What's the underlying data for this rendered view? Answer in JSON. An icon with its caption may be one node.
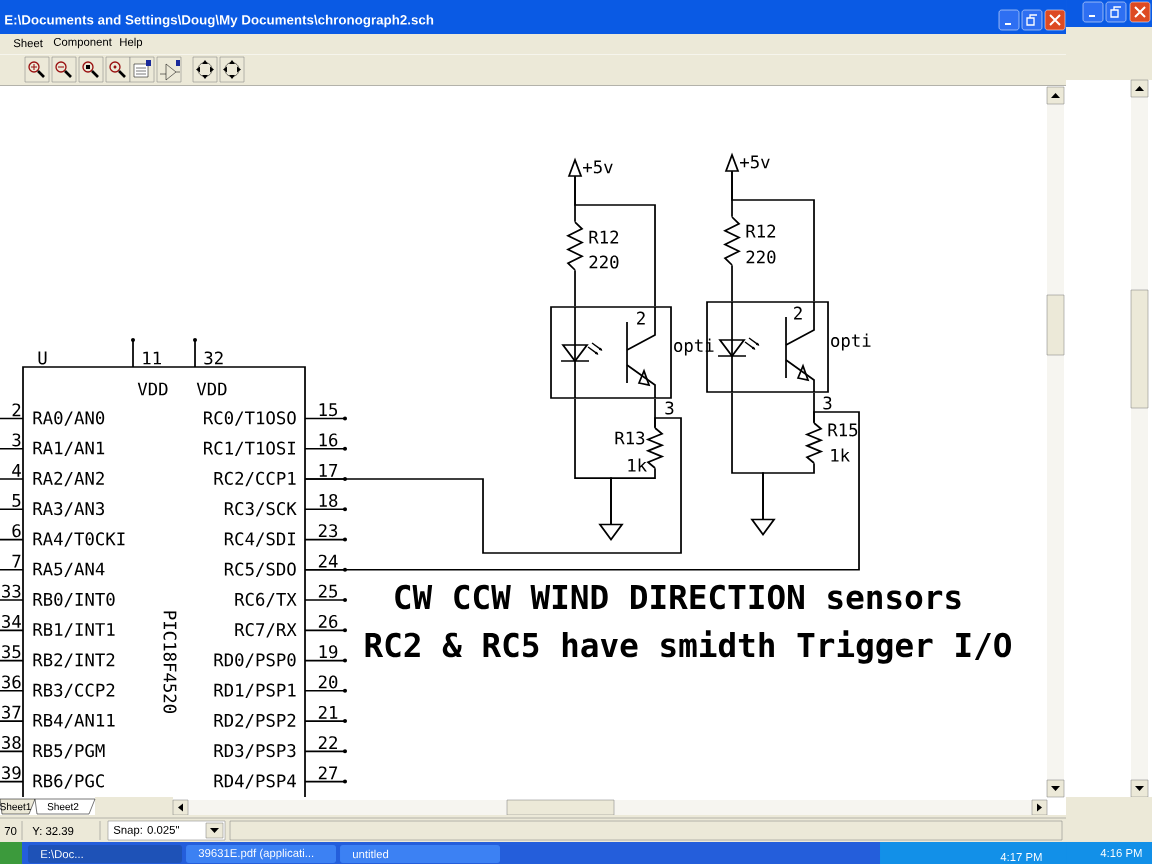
{
  "diagram": {
    "nodes": [
      {
        "text": [
          "U",
          "VDD",
          "VDD",
          "PIC18F4520"
        ]
      },
      {
        "text": [
          "+5v"
        ]
      },
      {
        "text": [],
        "shape": "resistor",
        "beside": [
          "R12",
          "220"
        ]
      },
      {
        "text": [
          "2"
        ],
        "beside": [
          "opti",
          "3"
        ]
      },
      {
        "text": [],
        "shape": "resistor",
        "beside": [
          "R13",
          "1k"
        ]
      },
      {
        "text": [],
        "shape": "ground"
      },
      {
        "text": [
          "+5v"
        ]
      },
      {
        "text": [],
        "shape": "resistor",
        "beside": [
          "R12",
          "220"
        ]
      },
      {
        "text": [
          "2"
        ],
        "beside": [
          "opti",
          "3"
        ]
      },
      {
        "text": [],
        "shape": "resistor",
        "beside": [
          "R15",
          "1k"
        ]
      },
      {
        "text": [],
        "shape": "ground"
      }
    ],
    "edges": [
      {
        "from": 1,
        "to": 2,
        "arrow": "none"
      },
      {
        "from": 1,
        "to": 3,
        "arrow": "none"
      },
      {
        "from": 2,
        "to": 3,
        "arrow": "none"
      },
      {
        "from": 3,
        "to": 4,
        "arrow": "none"
      },
      {
        "from": 3,
        "to": 5,
        "arrow": "none"
      },
      {
        "from": 4,
        "to": 5,
        "arrow": "none"
      },
      {
        "from": 0,
        "to": 4,
        "arrow": "none"
      },
      {
        "from": 6,
        "to": 7,
        "arrow": "none"
      },
      {
        "from": 6,
        "to": 8,
        "arrow": "none"
      },
      {
        "from": 7,
        "to": 8,
        "arrow": "none"
      },
      {
        "from": 8,
        "to": 9,
        "arrow": "none"
      },
      {
        "from": 8,
        "to": 10,
        "arrow": "none"
      },
      {
        "from": 9,
        "to": 10,
        "arrow": "none"
      },
      {
        "from": 0,
        "to": 9,
        "arrow": "none"
      }
    ],
    "labels": [
      "E:\\Documents and Settings\\Doug\\My Documents\\chronograph2.sch",
      "Sheet",
      "Component",
      "Help",
      "11",
      "32",
      "2",
      "RA0/AN0",
      "RC0/T1OSO",
      "15",
      "3",
      "RA1/AN1",
      "RC1/T1OSI",
      "16",
      "4",
      "RA2/AN2",
      "RC2/CCP1",
      "17",
      "5",
      "RA3/AN3",
      "RC3/SCK",
      "18",
      "6",
      "RA4/T0CKI",
      "RC4/SDI",
      "23",
      "7",
      "RA5/AN4",
      "RC5/SDO",
      "24",
      "33",
      "RB0/INT0",
      "RC6/TX",
      "25",
      "34",
      "RB1/INT1",
      "RC7/RX",
      "26",
      "35",
      "RB2/INT2",
      "RD0/PSP0",
      "19",
      "36",
      "RB3/CCP2",
      "RD1/PSP1",
      "20",
      "37",
      "RB4/AN11",
      "RD2/PSP2",
      "21",
      "38",
      "RB5/PGM",
      "RD3/PSP3",
      "22",
      "39",
      "RB6/PGC",
      "RD4/PSP4",
      "27",
      "CW CCW WIND DIRECTION sensors",
      "RC2 & RC5 have smidth Trigger I/O",
      "Sheet1",
      "Sheet2",
      "70",
      "Y: 32.39",
      "Snap: 0.025\"",
      "E:\\Doc...",
      "39631E.pdf (applicati...",
      "untitled",
      "4:17 PM",
      "4:16 PM"
    ]
  }
}
